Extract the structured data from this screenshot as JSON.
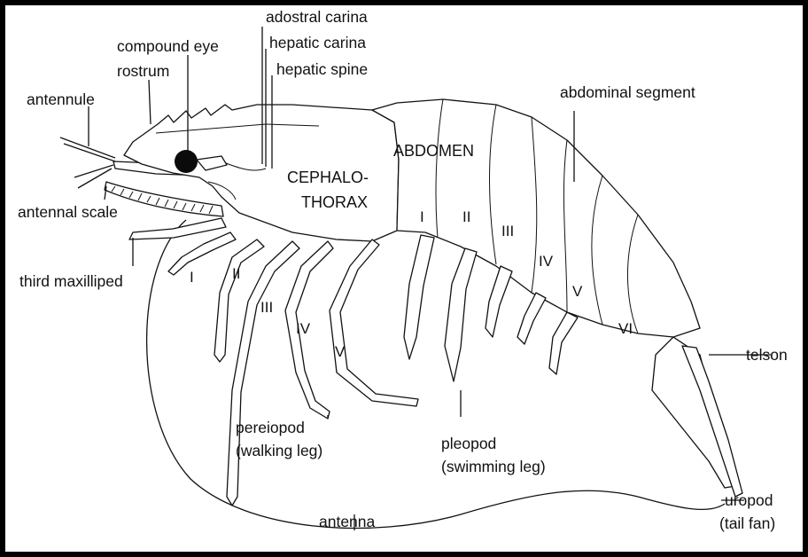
{
  "colors": {
    "outline": "#111111",
    "background": "#ffffff",
    "frame": "#000000",
    "eye": "#0b0b0b"
  },
  "labels": {
    "adostral_carina": "adostral carina",
    "hepatic_carina": "hepatic carina",
    "hepatic_spine": "hepatic spine",
    "compound_eye": "compound eye",
    "rostrum": "rostrum",
    "antennule": "antennule",
    "antennal_scale": "antennal scale",
    "third_maxilliped": "third maxilliped",
    "abdominal_segment": "abdominal segment",
    "abdomen": "ABDOMEN",
    "cephalo_line1": "CEPHALO-",
    "cephalo_line2": "THORAX",
    "telson": "telson",
    "pereiopod_line1": "pereiopod",
    "pereiopod_line2": "(walking leg)",
    "pleopod_line1": "pleopod",
    "pleopod_line2": "(swimming leg)",
    "uropod_line1": "uropod",
    "uropod_line2": "(tail fan)",
    "antenna": "antenna"
  },
  "pereiopod_numerals": [
    "I",
    "II",
    "III",
    "IV",
    "V"
  ],
  "pleopod_numerals": [
    "I",
    "II",
    "III"
  ],
  "segment_numerals": [
    "IV",
    "V",
    "VI"
  ]
}
